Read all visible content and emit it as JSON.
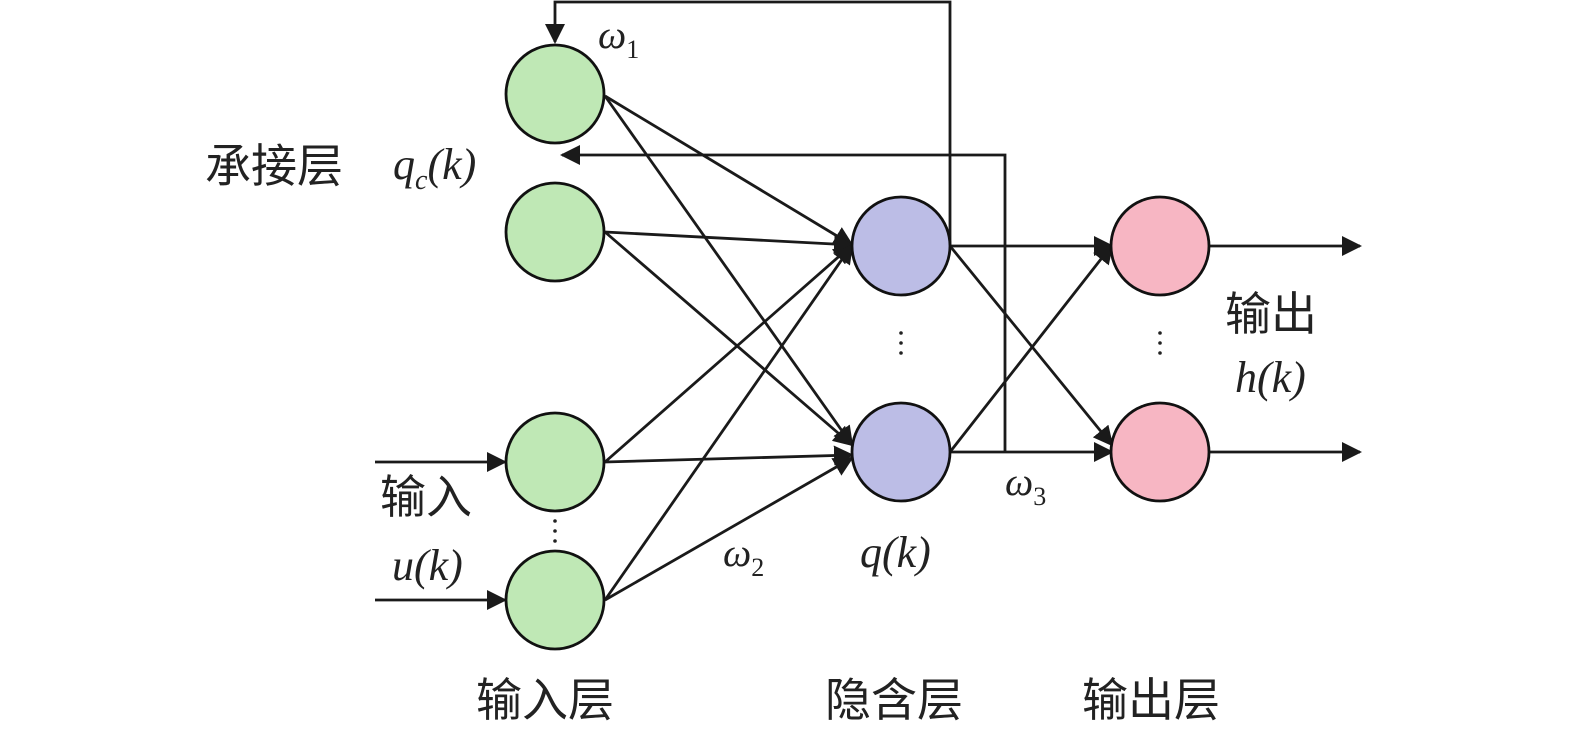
{
  "labels": {
    "context_layer": "承接层",
    "input": "输入",
    "output": "输出",
    "input_layer": "输入层",
    "hidden_layer": "隐含层",
    "output_layer": "输出层"
  },
  "math": {
    "context_var": {
      "base": "q",
      "sub": "c",
      "arg": "(k)"
    },
    "input_var": {
      "base": "u",
      "arg": "(k)"
    },
    "hidden_var": {
      "base": "q",
      "arg": "(k)"
    },
    "output_var": {
      "base": "h",
      "arg": "(k)"
    },
    "w1": {
      "base": "ω",
      "sub": "1"
    },
    "w2": {
      "base": "ω",
      "sub": "2"
    },
    "w3": {
      "base": "ω",
      "sub": "3"
    }
  },
  "colors": {
    "context_node": "#bfe8b5",
    "input_node": "#bfe8b5",
    "hidden_node": "#bcbde6",
    "output_node": "#f7b6c3",
    "line": "#1a1a1a"
  }
}
